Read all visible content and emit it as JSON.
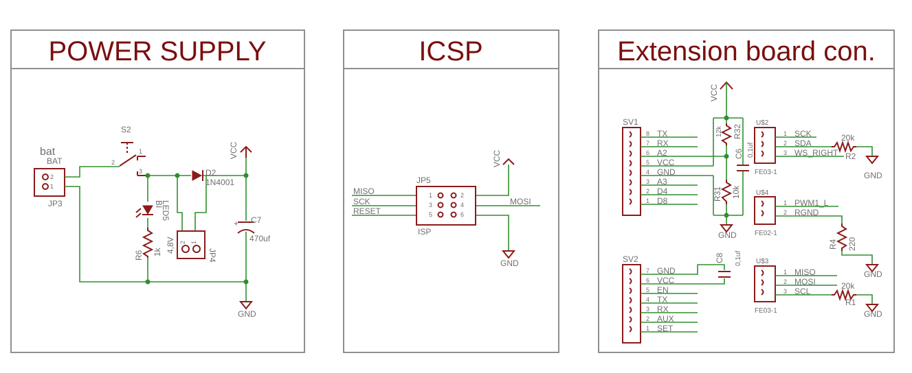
{
  "panels": {
    "power_supply": {
      "title": "POWER SUPPLY",
      "bat_name": "bat",
      "bat_value": "BAT",
      "jp3": "JP3",
      "pin2": "2",
      "pin1": "1",
      "s2": "S2",
      "s2_p1": "1",
      "s2_p2": "2",
      "s2_p3": "3",
      "vcc": "VCC",
      "gnd": "GND",
      "d2": "D2",
      "d2_value": "1N4001",
      "c7": "C7",
      "c7_value": "470uf",
      "c7_plus": "+",
      "led5": "LED5",
      "led5_value": "BI",
      "r6": "R6",
      "r6_value": "1k",
      "jp4": "JP4",
      "jp4_value": "4,8V",
      "jp4_p2": "2",
      "jp4_p1": "1"
    },
    "icsp": {
      "title": "ICSP",
      "vcc": "VCC",
      "gnd": "GND",
      "jp5": "JP5",
      "jp5_value": "ISP",
      "miso": "MISO",
      "sck": "SCK",
      "reset": "RESET",
      "mosi": "MOSI",
      "pins_left": [
        "1",
        "3",
        "5"
      ],
      "pins_right": [
        "2",
        "4",
        "6"
      ]
    },
    "extension": {
      "title": "Extension board con.",
      "vcc": "VCC",
      "gnd": "GND",
      "sv1": "SV1",
      "sv1_pins": [
        {
          "num": "8",
          "name": "TX"
        },
        {
          "num": "7",
          "name": "RX"
        },
        {
          "num": "6",
          "name": "A2"
        },
        {
          "num": "5",
          "name": "VCC"
        },
        {
          "num": "4",
          "name": "GND"
        },
        {
          "num": "3",
          "name": "A3"
        },
        {
          "num": "2",
          "name": "D4"
        },
        {
          "num": "1",
          "name": "D8"
        }
      ],
      "sv2": "SV2",
      "sv2_pins": [
        {
          "num": "7",
          "name": "GND"
        },
        {
          "num": "6",
          "name": "VCC"
        },
        {
          "num": "5",
          "name": "EN"
        },
        {
          "num": "4",
          "name": "TX"
        },
        {
          "num": "3",
          "name": "RX"
        },
        {
          "num": "2",
          "name": "AUX"
        },
        {
          "num": "1",
          "name": "SET"
        }
      ],
      "r32": "R32",
      "r32_value": "12k",
      "r31": "R31",
      "r31_value": "10k",
      "c6": "C6",
      "c6_value": "0,1uf",
      "c8": "C8",
      "c8_value": "0,1uf",
      "u2": "U$2",
      "u2_pins": [
        {
          "num": "1",
          "name": "SCK"
        },
        {
          "num": "2",
          "name": "SDA"
        },
        {
          "num": "3",
          "name": "WS_RIGHT"
        }
      ],
      "u2_value": "FE03-1",
      "r2": "R2",
      "r2_value": "20k",
      "u4": "U$4",
      "u4_pins": [
        {
          "num": "1",
          "name": "PWM1_L"
        },
        {
          "num": "2",
          "name": "RGND"
        }
      ],
      "u4_value": "FE02-1",
      "r4": "R4",
      "r4_value": "220",
      "u3": "U$3",
      "u3_pins": [
        {
          "num": "1",
          "name": "MISO"
        },
        {
          "num": "2",
          "name": "MOSI"
        },
        {
          "num": "3",
          "name": "SCL"
        }
      ],
      "u3_value": "FE03-1",
      "r1": "R1",
      "r1_value": "20k"
    }
  },
  "colors": {
    "title_text": "#7a0f0f",
    "symbol": "#8b1a1a",
    "net": "#2f8f2f",
    "label": "#6f6f6f",
    "frame": "#8f8f8f"
  }
}
